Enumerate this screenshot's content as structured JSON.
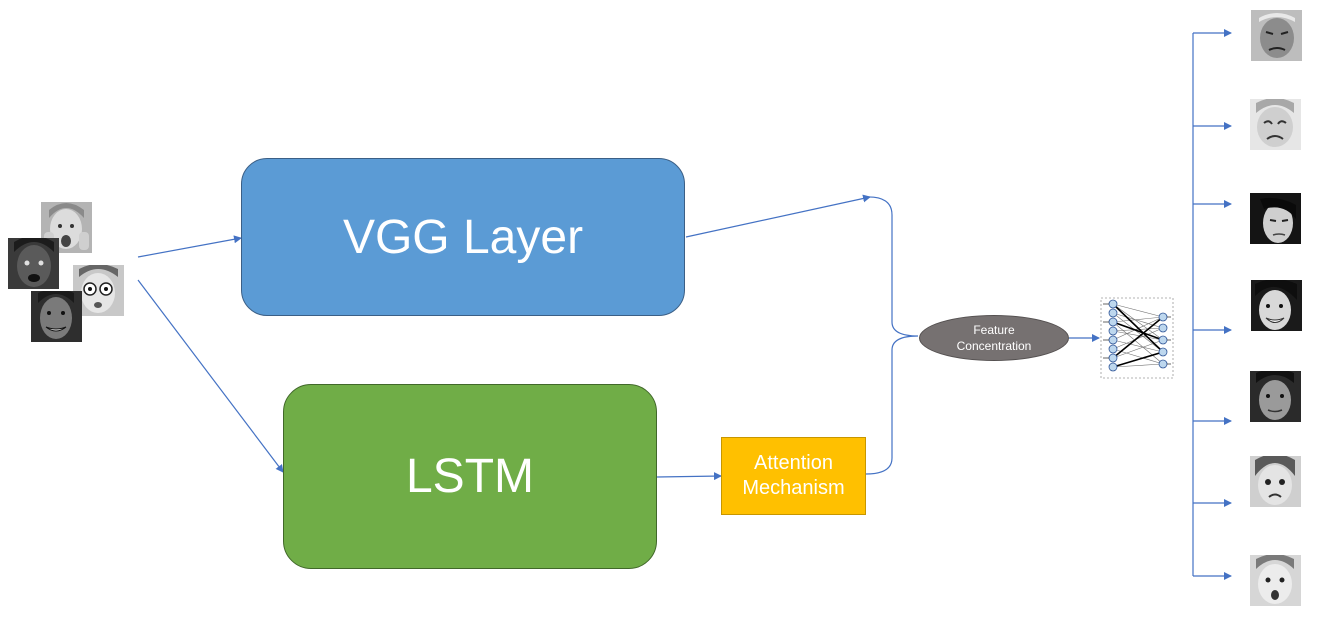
{
  "nodes": {
    "vgg": {
      "label": "VGG Layer"
    },
    "lstm": {
      "label": "LSTM"
    },
    "attention": {
      "line1": "Attention",
      "line2": "Mechanism"
    },
    "feature": {
      "line1": "Feature",
      "line2": "Concentration"
    }
  },
  "colors": {
    "vgg": "#5b9bd5",
    "lstm": "#70ad47",
    "attention": "#ffc000",
    "feature": "#767171",
    "arrow": "#4472c4"
  },
  "icons": {
    "input_faces": [
      "face-photo-icon",
      "face-photo-icon",
      "face-photo-icon",
      "face-photo-icon"
    ],
    "network": "neural-network-icon",
    "output_faces": [
      "face-photo-icon",
      "face-photo-icon",
      "face-photo-icon",
      "face-photo-icon",
      "face-photo-icon",
      "face-photo-icon",
      "face-photo-icon"
    ]
  }
}
